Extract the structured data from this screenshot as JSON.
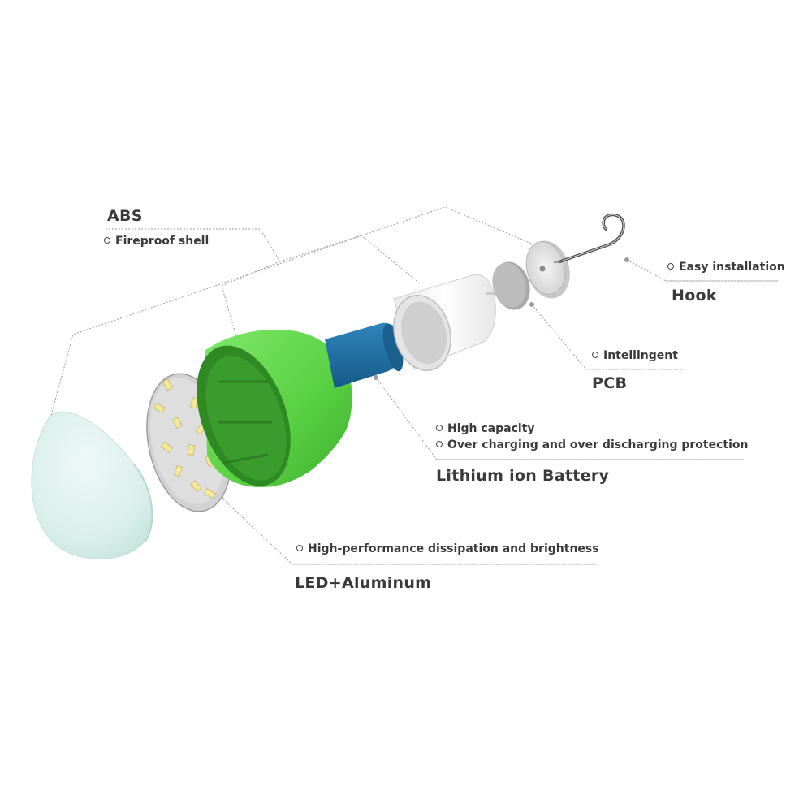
{
  "labels": {
    "abs": {
      "title": "ABS",
      "features": [
        "Fireproof shell"
      ]
    },
    "hook": {
      "title": "Hook",
      "features": [
        "Easy installation"
      ]
    },
    "pcb": {
      "title": "PCB",
      "features": [
        "Intellingent"
      ]
    },
    "battery": {
      "title": "Lithium ion Battery",
      "features": [
        "High capacity",
        "Over charging and over discharging protection"
      ]
    },
    "led": {
      "title": "LED+Aluminum",
      "features": [
        "High-performance dissipation and brightness"
      ]
    }
  },
  "colors": {
    "green_shell": "#5fd64a",
    "blue_battery": "#1f6fa6",
    "diffuser": "#dff2ee",
    "leader_line": "#9a9a9a"
  }
}
